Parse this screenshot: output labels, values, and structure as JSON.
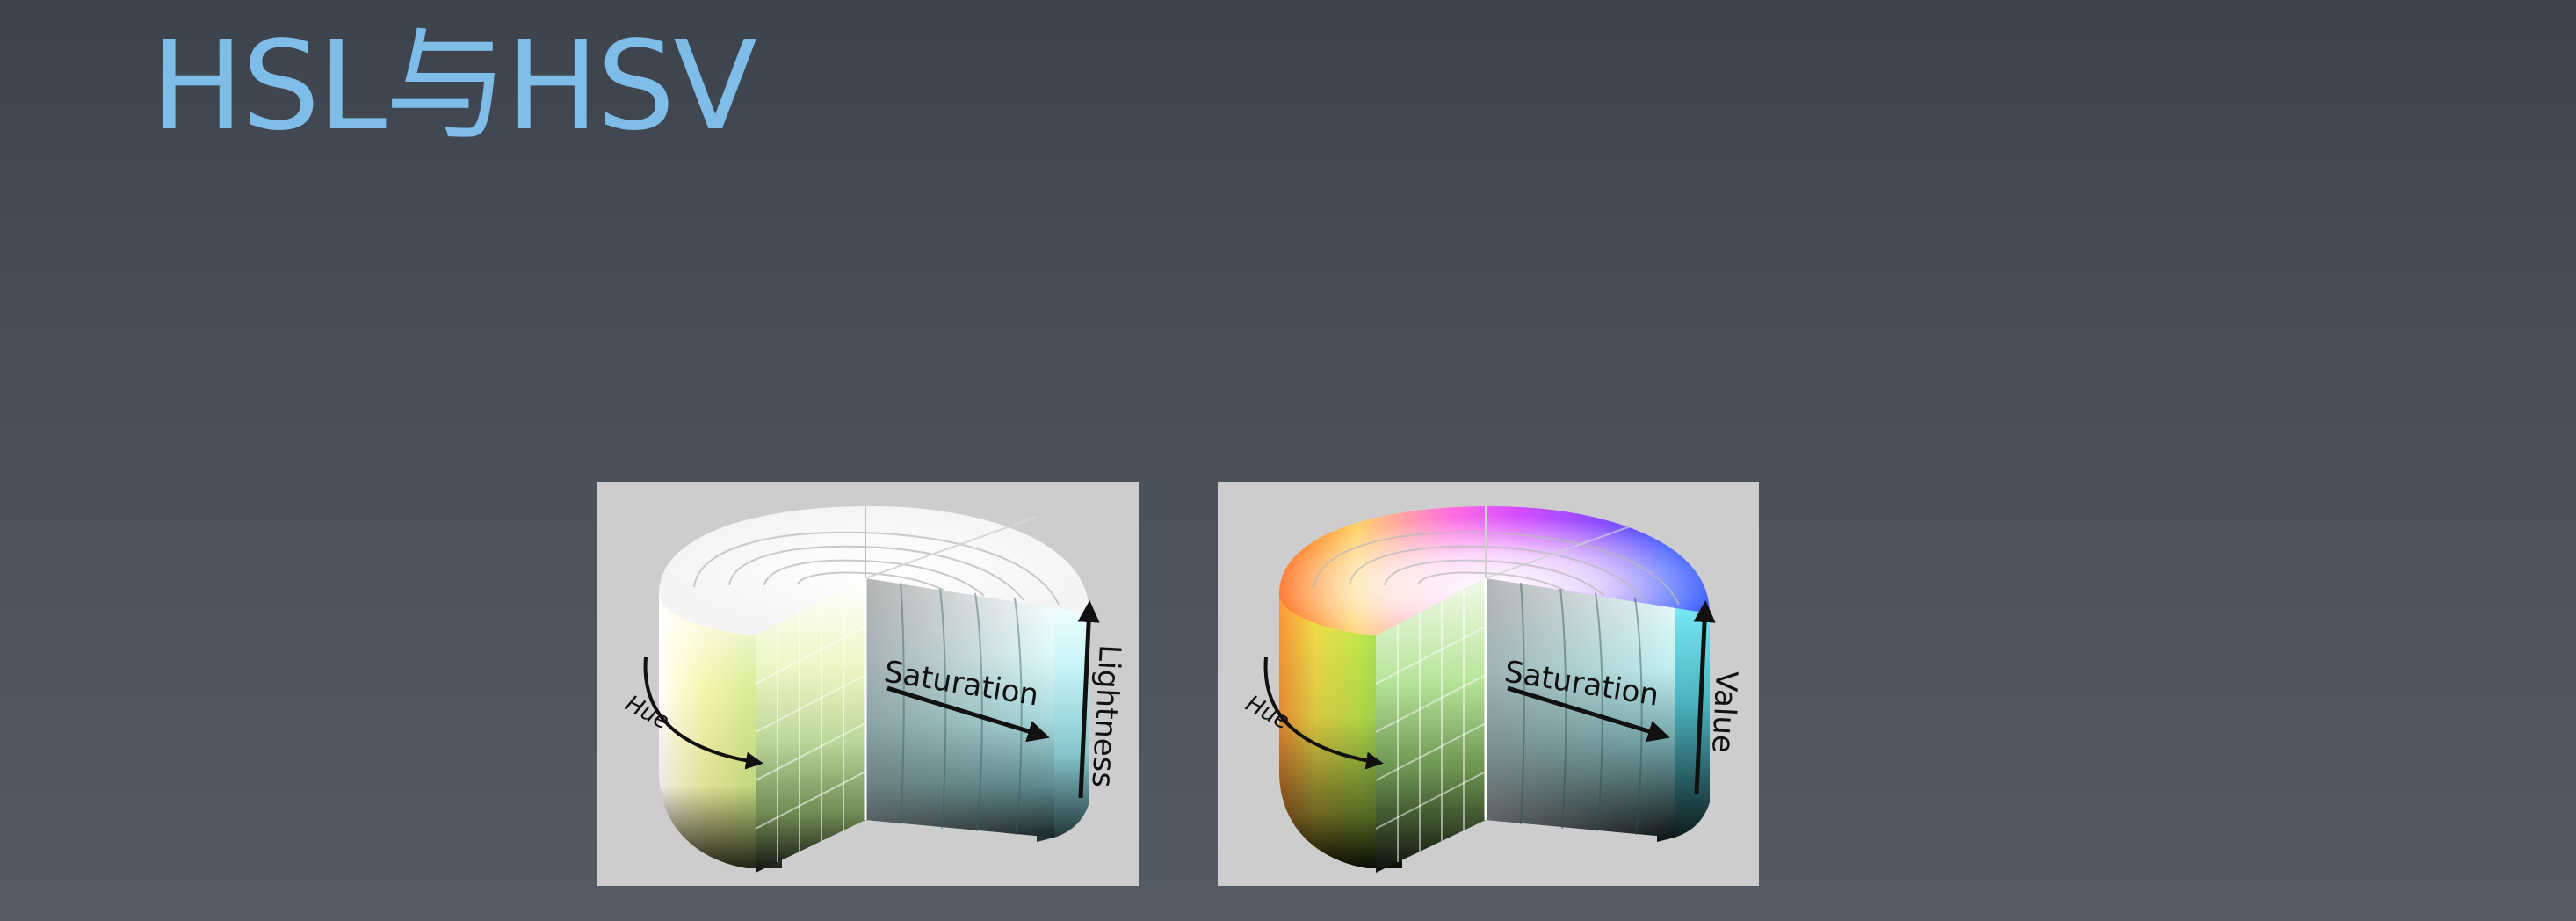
{
  "slide": {
    "title": "HSL与HSV"
  },
  "figures": [
    {
      "model": "HSL",
      "labels": {
        "hue": "Hue",
        "saturation": "Saturation",
        "vertical": "Lightness"
      }
    },
    {
      "model": "HSV",
      "labels": {
        "hue": "Hue",
        "saturation": "Saturation",
        "vertical": "Value"
      }
    }
  ]
}
